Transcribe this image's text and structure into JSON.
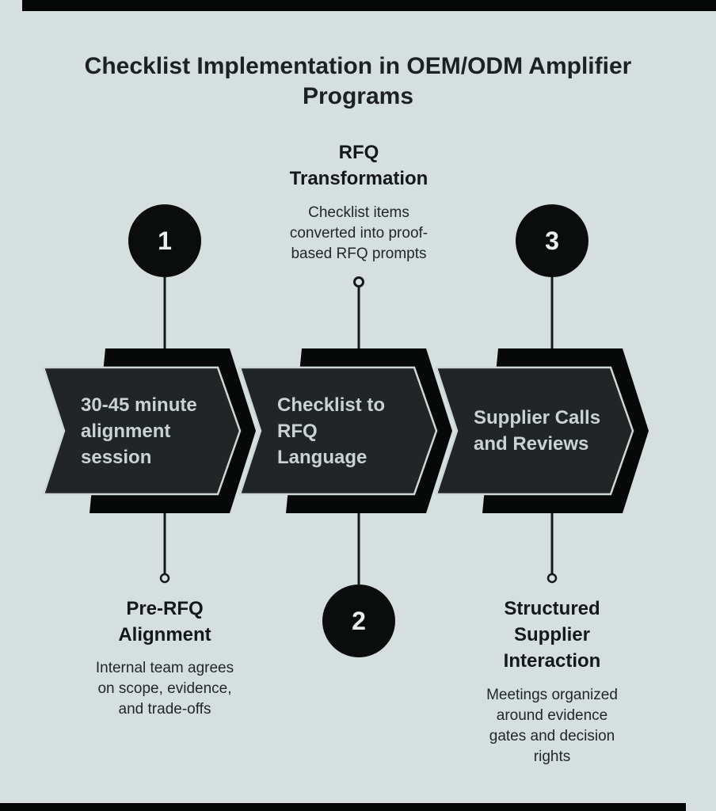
{
  "title": "Checklist Implementation in OEM/ODM Amplifier\nPrograms",
  "steps": [
    {
      "number": "1",
      "arrow_label": "30-45 minute\nalignment\nsession",
      "callout_position": "bottom",
      "callout_title": "Pre-RFQ\nAlignment",
      "callout_description": "Internal team agrees\non scope, evidence,\nand trade-offs"
    },
    {
      "number": "2",
      "arrow_label": "Checklist to\nRFQ\nLanguage",
      "callout_position": "top",
      "callout_title": "RFQ\nTransformation",
      "callout_description": "Checklist items\nconverted into proof-\nbased RFQ prompts"
    },
    {
      "number": "3",
      "arrow_label": "Supplier Calls\nand Reviews",
      "callout_position": "bottom",
      "callout_title": "Structured\nSupplier\nInteraction",
      "callout_description": "Meetings organized\naround evidence\ngates and decision\nrights"
    }
  ],
  "colors": {
    "background": "#d6dfe0",
    "arrow_fill": "#212525",
    "arrow_outline": "#cdd8d9",
    "arrow_shadow": "#070808",
    "arrow_text": "#c9d3d4",
    "heading_text": "#14181a",
    "body_text": "#22272a",
    "connector": "#161919",
    "badge_fill": "#0b0d0d",
    "badge_number": "#e9efef",
    "accent_bar": "#060707"
  }
}
